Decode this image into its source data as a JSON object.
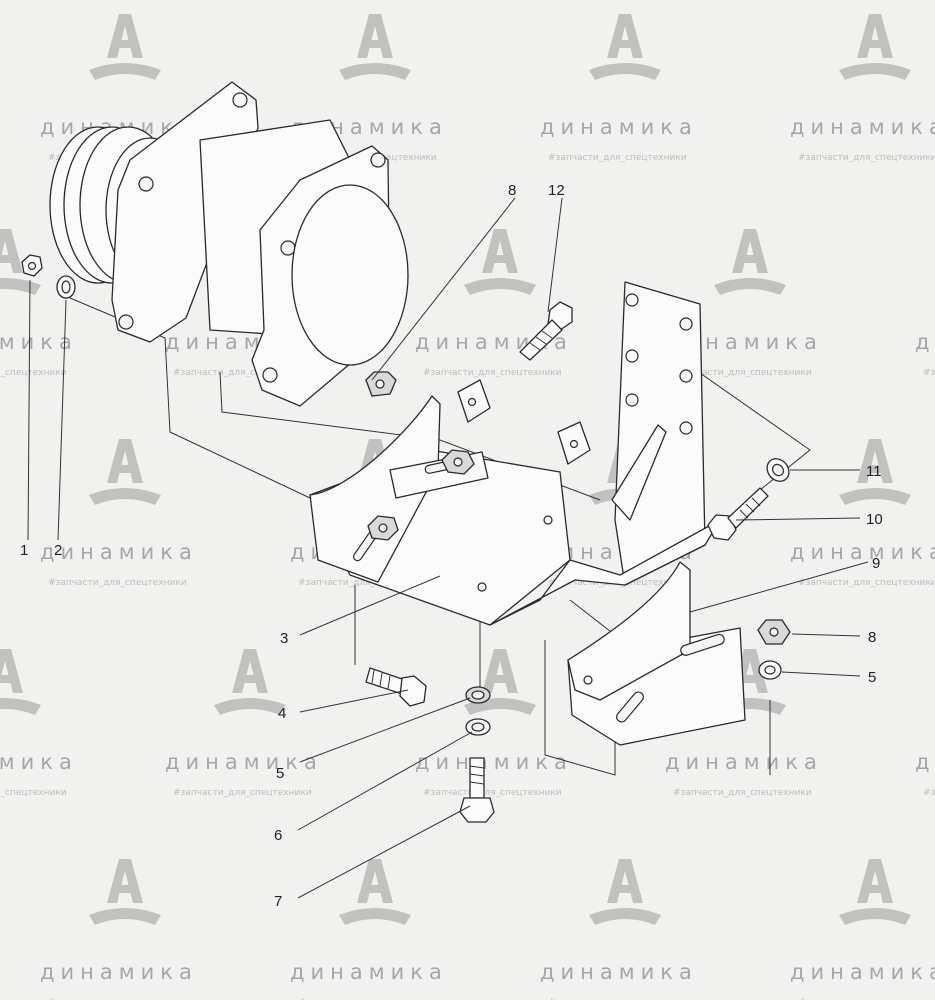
{
  "watermark": {
    "brand": "динамика",
    "tagline": "#запчасти_для_спецтехники",
    "color": "#9a9a9a"
  },
  "callouts": [
    {
      "id": "1",
      "label": "1"
    },
    {
      "id": "2",
      "label": "2"
    },
    {
      "id": "3",
      "label": "3"
    },
    {
      "id": "4",
      "label": "4"
    },
    {
      "id": "5a",
      "label": "5"
    },
    {
      "id": "5b",
      "label": "5"
    },
    {
      "id": "6",
      "label": "6"
    },
    {
      "id": "7",
      "label": "7"
    },
    {
      "id": "8a",
      "label": "8"
    },
    {
      "id": "8b",
      "label": "8"
    },
    {
      "id": "9",
      "label": "9"
    },
    {
      "id": "10",
      "label": "10"
    },
    {
      "id": "11",
      "label": "11"
    },
    {
      "id": "12",
      "label": "12"
    }
  ]
}
